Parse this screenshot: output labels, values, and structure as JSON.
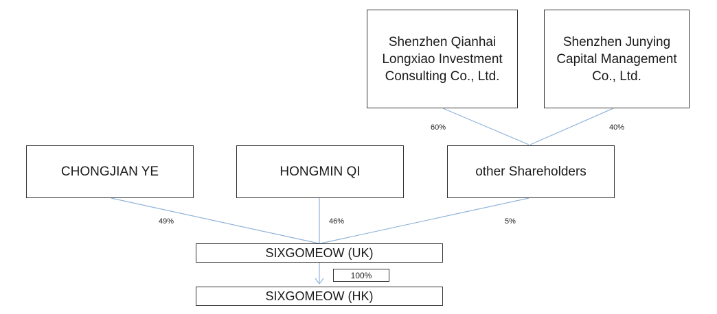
{
  "entities": {
    "qianhai": "Shenzhen Qianhai Longxiao Investment Consulting Co., Ltd.",
    "junying": "Shenzhen Junying Capital Management Co., Ltd.",
    "chongjian": "CHONGJIAN YE",
    "hongmin": "HONGMIN QI",
    "other": "other Shareholders",
    "uk": "SIXGOMEOW (UK)",
    "hk": "SIXGOMEOW (HK)"
  },
  "ownership": {
    "qianhai_to_other": "60%",
    "junying_to_other": "40%",
    "chongjian_to_uk": "49%",
    "hongmin_to_uk": "46%",
    "other_to_uk": "5%",
    "uk_to_hk": "100%"
  },
  "colors": {
    "connector": "#8fb3d9",
    "border": "#333333"
  }
}
